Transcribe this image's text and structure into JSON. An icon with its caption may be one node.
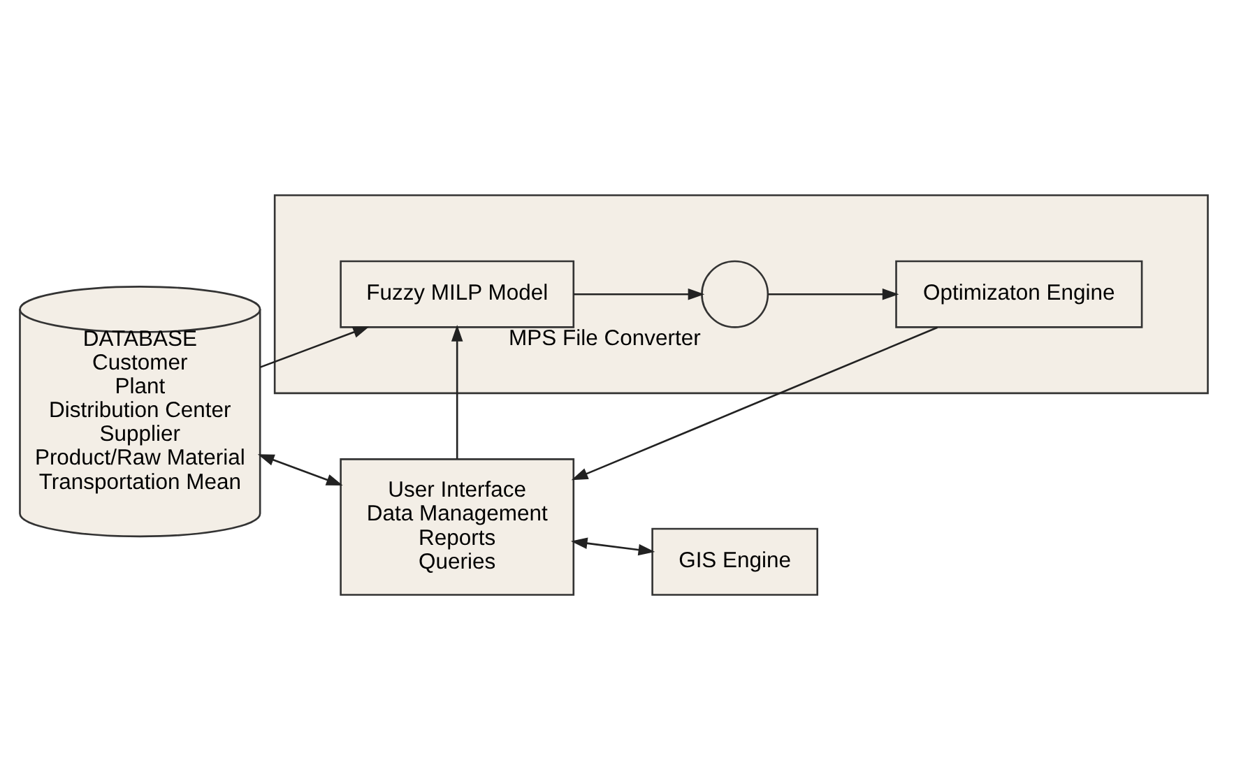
{
  "diagram": {
    "nodes": [
      {
        "text": [],
        "shape": "box"
      },
      {
        "text": [
          "DATABASE",
          "Customer",
          "Plant",
          "Distribution Center",
          "Supplier",
          "Product/Raw Material",
          "Transportation Mean"
        ]
      },
      {
        "text": [
          "Fuzzy MILP Model"
        ],
        "in": 0
      },
      {
        "text": [],
        "shape": "circle",
        "beside": [
          "MPS File Converter"
        ],
        "in": 0
      },
      {
        "text": [
          "Optimizaton Engine"
        ],
        "in": 0
      },
      {
        "text": [
          "User Interface",
          "Data Management",
          "Reports",
          "Queries"
        ]
      },
      {
        "text": [
          "GIS Engine"
        ]
      }
    ],
    "edges": [
      {
        "from": 1,
        "to": 2,
        "arrow": "to"
      },
      {
        "from": 2,
        "to": 3,
        "arrow": "to"
      },
      {
        "from": 3,
        "to": 4,
        "arrow": "to"
      },
      {
        "from": 4,
        "to": 5,
        "arrow": "to"
      },
      {
        "from": 5,
        "to": 2,
        "arrow": "to"
      },
      {
        "from": 1,
        "to": 5,
        "arrow": "both"
      },
      {
        "from": 5,
        "to": 6,
        "arrow": "both"
      }
    ]
  }
}
